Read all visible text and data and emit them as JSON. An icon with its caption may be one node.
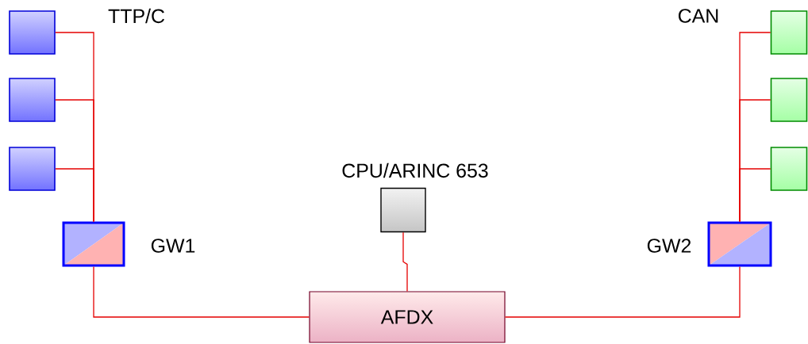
{
  "diagram": {
    "nodes": [
      {
        "text": [],
        "shape": "box"
      },
      {
        "text": [],
        "shape": "box"
      },
      {
        "text": [],
        "shape": "box"
      },
      {
        "text": [],
        "shape": "box",
        "beside": [
          "GW1"
        ]
      },
      {
        "text": [
          "CPU/ARINC 653"
        ]
      },
      {
        "text": [
          "AFDX"
        ]
      },
      {
        "text": [],
        "shape": "box",
        "beside": [
          "GW2"
        ]
      },
      {
        "text": [],
        "shape": "box"
      },
      {
        "text": [],
        "shape": "box"
      },
      {
        "text": [],
        "shape": "box"
      }
    ],
    "edges": [
      {
        "from": 0,
        "to": 3,
        "arrow": "none"
      },
      {
        "from": 1,
        "to": 3,
        "arrow": "none"
      },
      {
        "from": 2,
        "to": 3,
        "arrow": "none"
      },
      {
        "from": 3,
        "to": 5,
        "arrow": "none"
      },
      {
        "from": 4,
        "to": 5,
        "arrow": "none"
      },
      {
        "from": 5,
        "to": 6,
        "arrow": "none"
      },
      {
        "from": 6,
        "to": 7,
        "arrow": "none"
      },
      {
        "from": 6,
        "to": 8,
        "arrow": "none"
      },
      {
        "from": 6,
        "to": 9,
        "arrow": "none"
      }
    ],
    "labels": [
      "TTP/C",
      "CAN"
    ]
  }
}
